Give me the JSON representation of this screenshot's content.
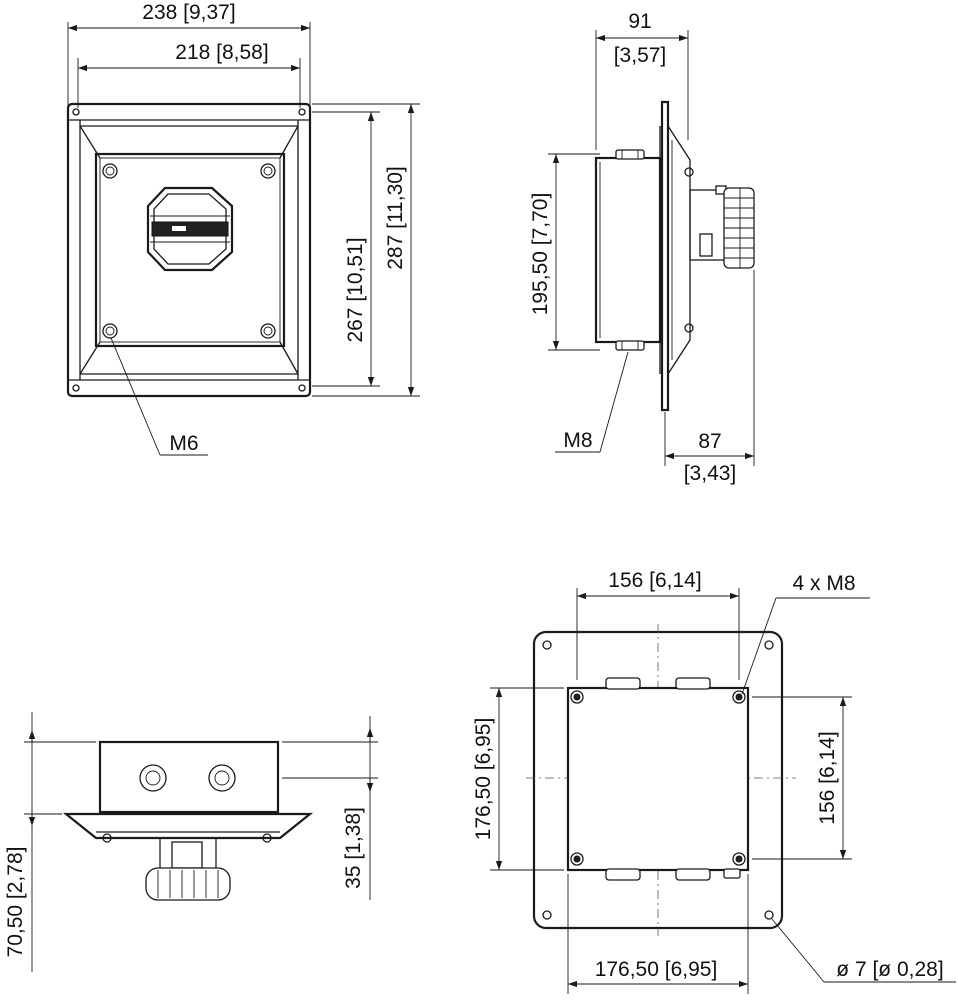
{
  "front_view": {
    "dim_total_width": "238 [9,37]",
    "dim_inner_width": "218 [8,58]",
    "dim_inner_height": "267 [10,51]",
    "dim_total_height": "287 [11,30]",
    "thread_label": "M6"
  },
  "side_view": {
    "dim_body_depth": "91",
    "dim_body_depth_in": "[3,57]",
    "dim_body_height": "195,50 [7,70]",
    "thread_label": "M8",
    "dim_knob_depth": "87",
    "dim_knob_depth_in": "[3,43]"
  },
  "bottom_view": {
    "dim_total_height": "70,50 [2,78]",
    "dim_knob_height": "35 [1,38]"
  },
  "rear_view": {
    "dim_hole_spacing_x": "156 [6,14]",
    "screw_label": "4 x M8",
    "dim_body_height": "176,50 [6,95]",
    "dim_hole_spacing_y": "156 [6,14]",
    "dim_body_width": "176,50 [6,95]",
    "hole_diameter": "ø 7 [ø 0,28]"
  }
}
